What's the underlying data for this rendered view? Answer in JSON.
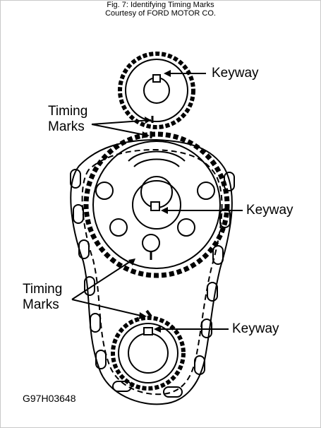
{
  "figure": {
    "caption_line1": "Fig. 7: Identifying Timing Marks",
    "caption_line2": "Courtesy of FORD MOTOR CO."
  },
  "labels": {
    "keyway_top": "Keyway",
    "keyway_middle": "Keyway",
    "keyway_bottom": "Keyway",
    "timing_marks_upper_line1": "Timing",
    "timing_marks_upper_line2": "Marks",
    "timing_marks_lower_line1": "Timing",
    "timing_marks_lower_line2": "Marks"
  },
  "figure_code": "G97H03648"
}
